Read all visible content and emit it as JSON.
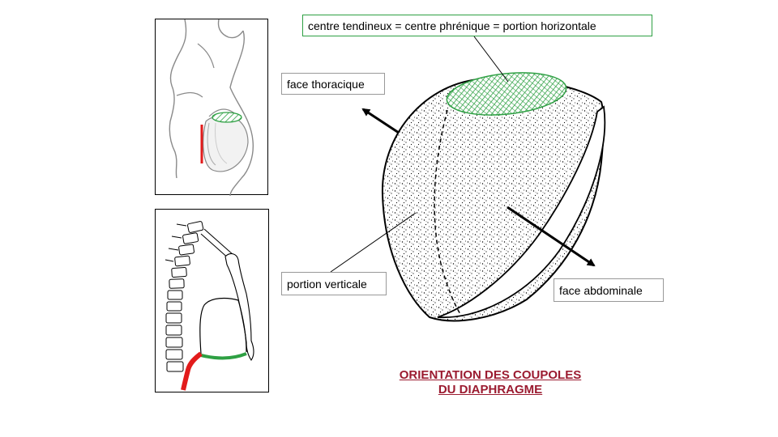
{
  "labels": {
    "centre": "centre tendineux = centre phrénique = portion horizontale",
    "thoracique": "face thoracique",
    "verticale": "portion verticale",
    "abdominale": "face abdominale"
  },
  "title": {
    "line1": "ORIENTATION DES COUPOLES",
    "line2": "DU DIAPHRAGME"
  },
  "colors": {
    "title": "#9b1b30",
    "green": "#2ea043",
    "red": "#e21b1b",
    "grey": "#8a8a8a",
    "ink": "#000000"
  }
}
